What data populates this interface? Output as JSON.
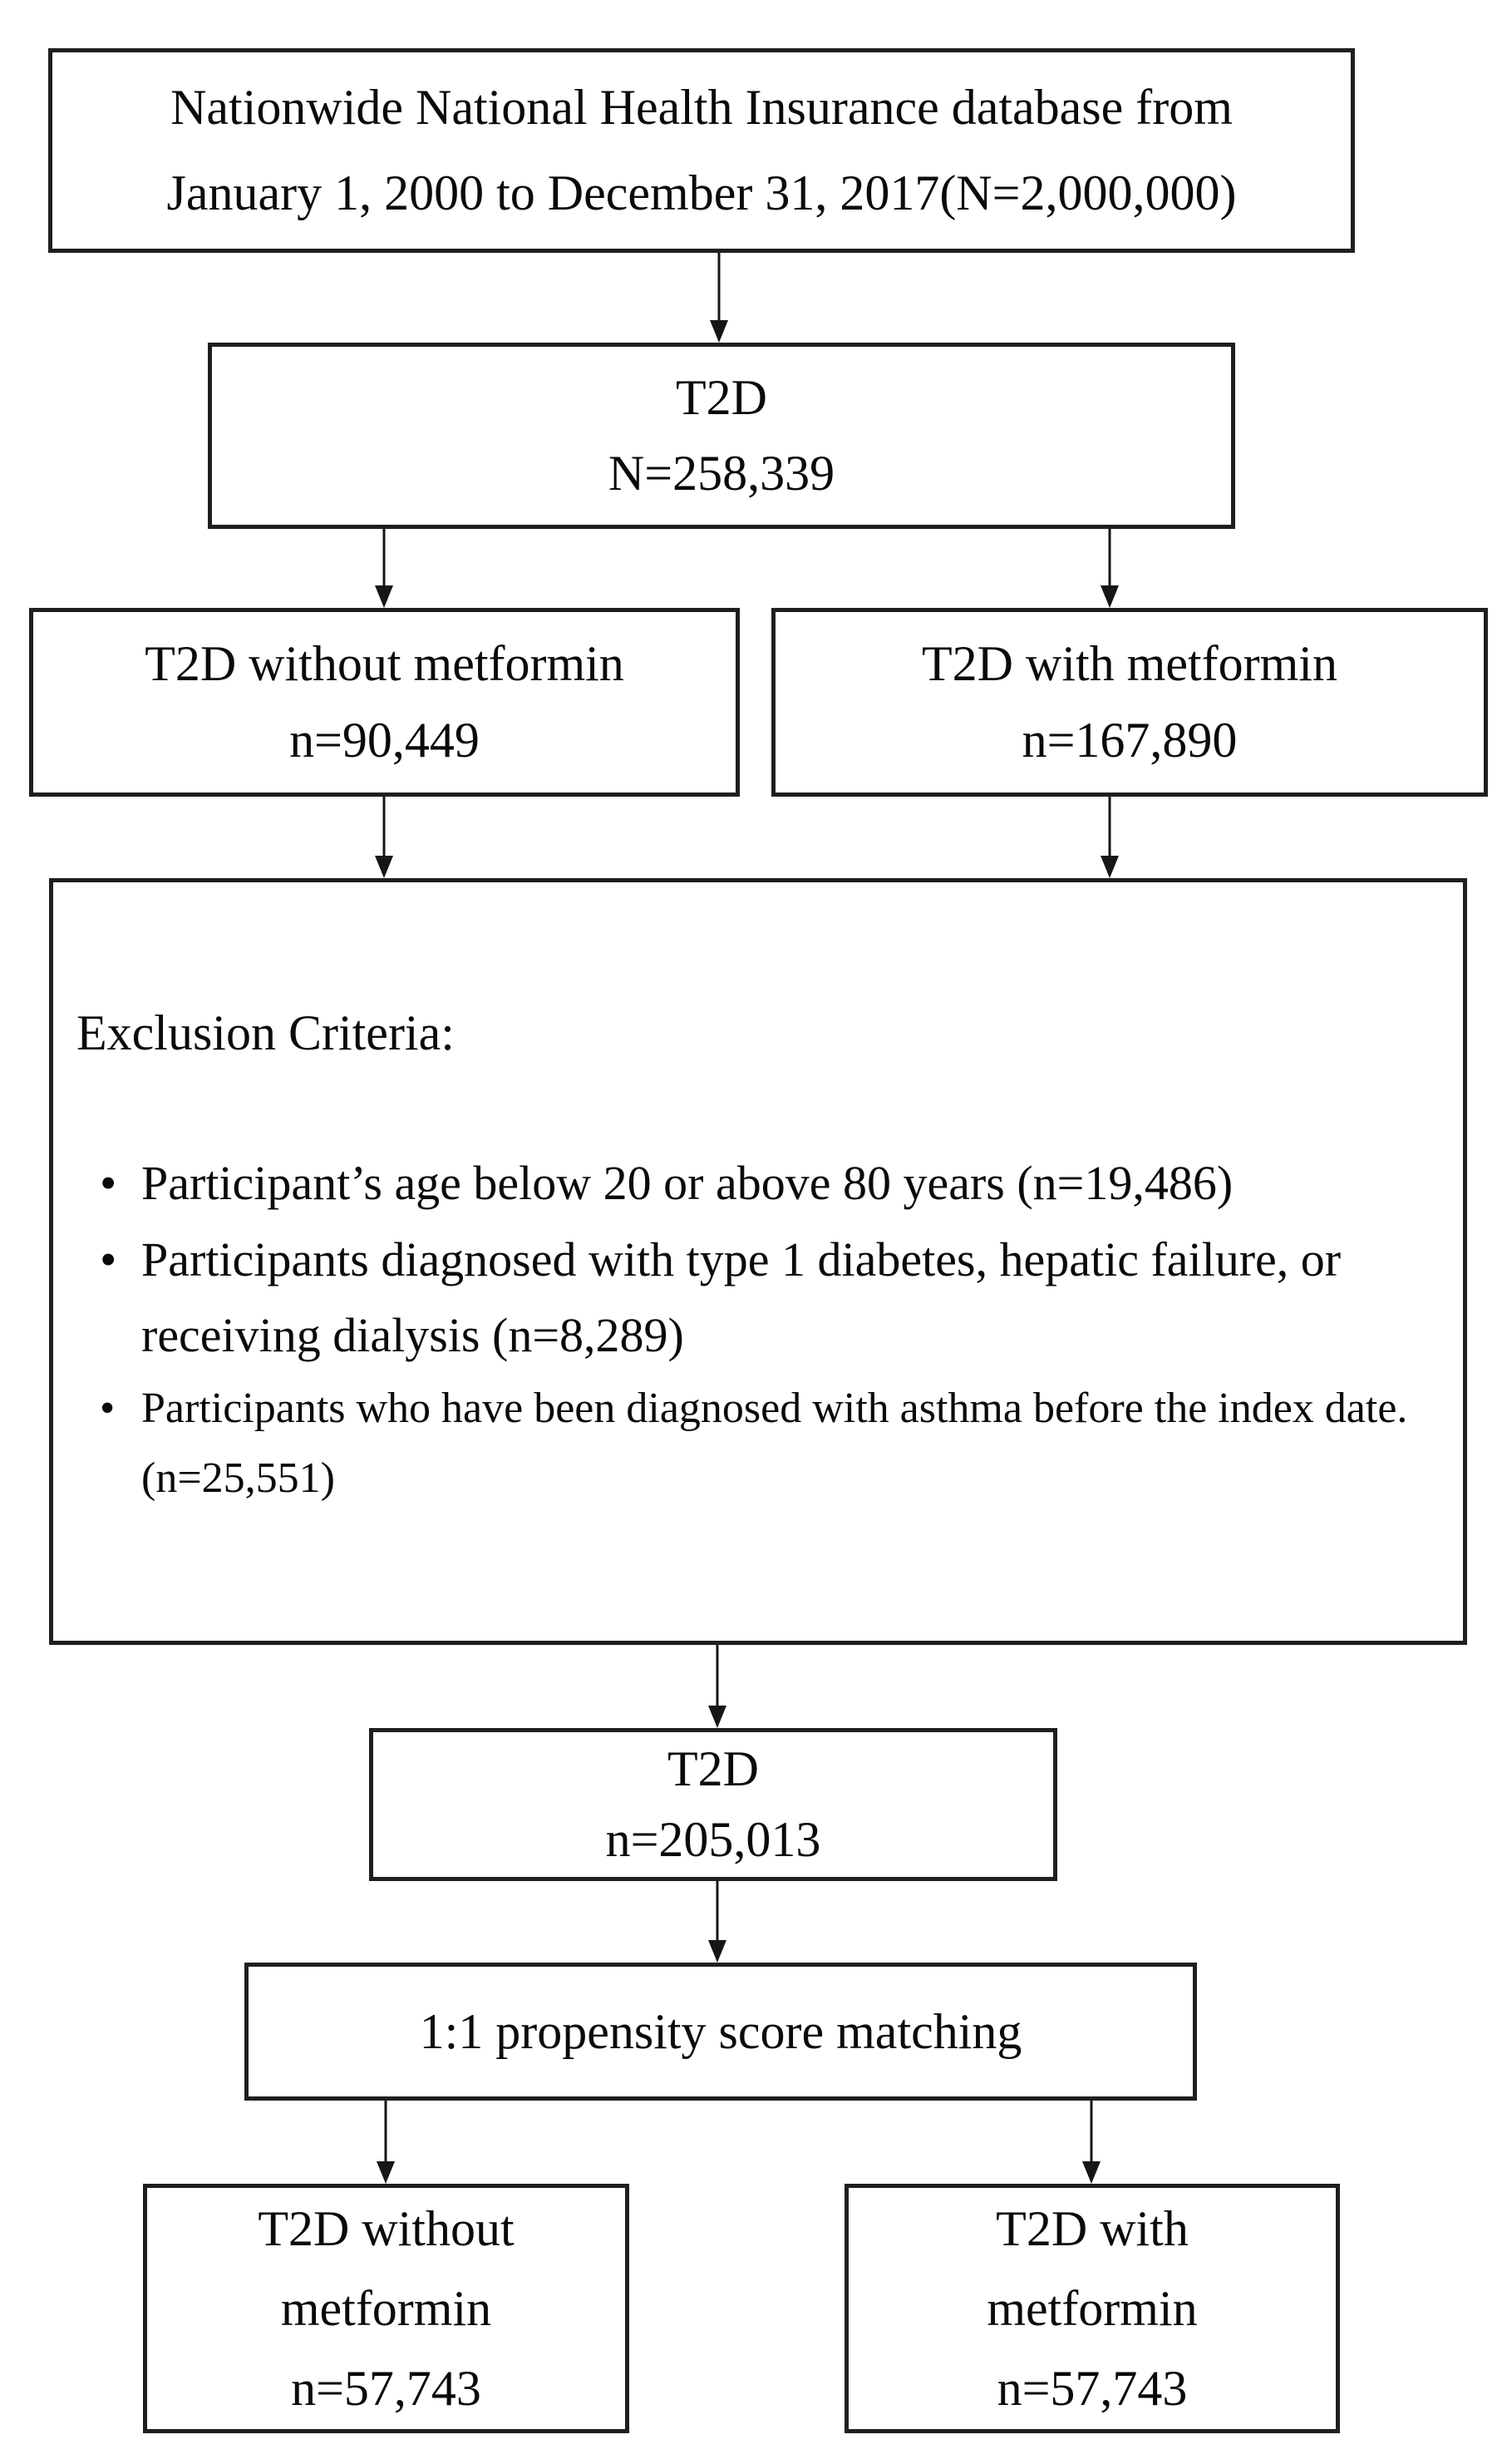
{
  "flowchart": {
    "bullet_glyph": "•",
    "colors": {
      "box_border": "#1f1f1f",
      "arrow": "#161616",
      "text": "#0a0a0a",
      "background": "#ffffff"
    },
    "boxes": {
      "database": {
        "line1": "Nationwide National Health Insurance database from",
        "line2": "January 1, 2000 to December 31, 2017(N=2,000,000)"
      },
      "t2d_total": {
        "line1": "T2D",
        "line2": "N=258,339"
      },
      "t2d_without_metformin": {
        "line1": "T2D without metformin",
        "line2": "n=90,449"
      },
      "t2d_with_metformin": {
        "line1": "T2D with metformin",
        "line2": "n=167,890"
      },
      "exclusion": {
        "heading": "Exclusion Criteria:",
        "bullets": [
          "Participant’s age below 20 or above 80 years (n=19,486)",
          "Participants diagnosed with type 1 diabetes, hepatic failure, or receiving dialysis (n=8,289)",
          "Participants who have been diagnosed with asthma before the index date. (n=25,551)"
        ]
      },
      "t2d_after_exclusion": {
        "line1": "T2D",
        "line2": "n=205,013"
      },
      "propensity_matching": {
        "line1": "1:1 propensity score matching"
      },
      "matched_without_metformin": {
        "line1": "T2D without",
        "line2": "metformin",
        "line3": "n=57,743"
      },
      "matched_with_metformin": {
        "line1": "T2D with",
        "line2": "metformin",
        "line3": "n=57,743"
      }
    }
  }
}
